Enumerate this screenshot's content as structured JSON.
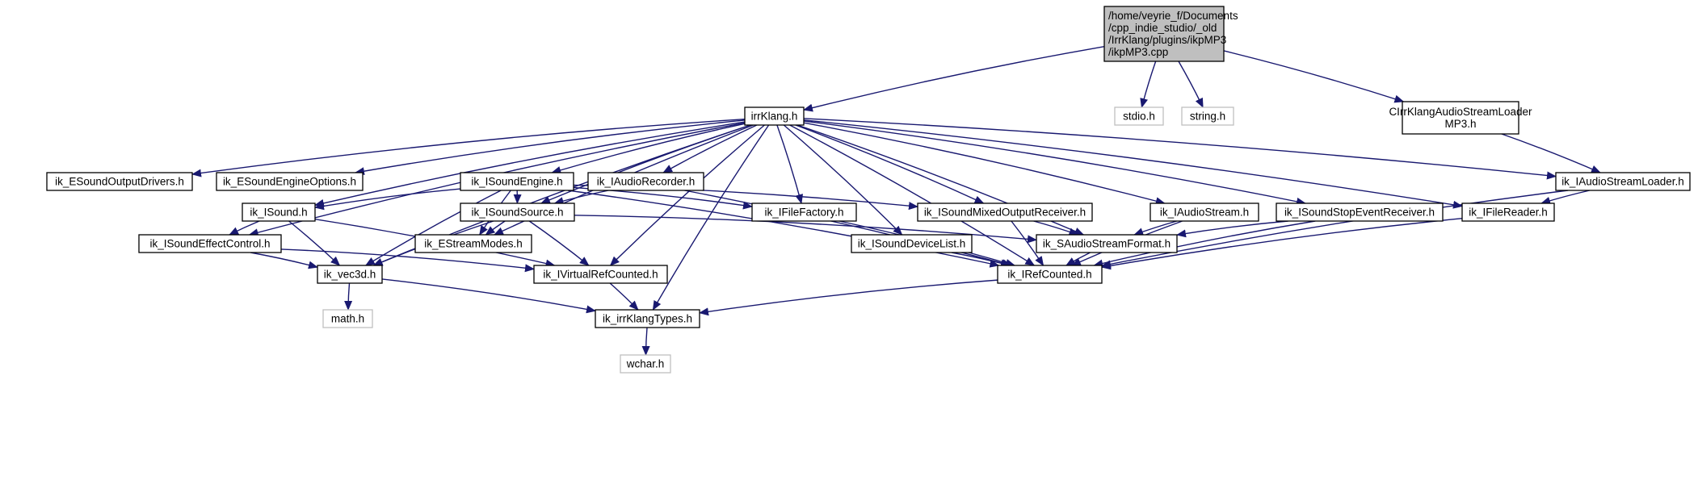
{
  "colors": {
    "edge": "#191970",
    "node_border": "#000000",
    "node_border_external": "#bfbfbf",
    "root_fill": "#bfbfbf",
    "node_fill": "#ffffff",
    "text": "#000000"
  },
  "nodes": [
    {
      "id": "root",
      "lines": [
        "/home/veyrie_f/Documents",
        "/cpp_indie_studio/_old",
        "/IrrKlang/plugins/ikpMP3",
        "/ikpMP3.cpp"
      ],
      "kind": "root"
    },
    {
      "id": "irrKlang",
      "lines": [
        "irrKlang.h"
      ],
      "kind": "normal"
    },
    {
      "id": "stdio",
      "lines": [
        "stdio.h"
      ],
      "kind": "external"
    },
    {
      "id": "string",
      "lines": [
        "string.h"
      ],
      "kind": "external"
    },
    {
      "id": "loaderMP3",
      "lines": [
        "CIrrKlangAudioStreamLoader",
        "MP3.h"
      ],
      "kind": "normal"
    },
    {
      "id": "outputDrivers",
      "lines": [
        "ik_ESoundOutputDrivers.h"
      ],
      "kind": "normal"
    },
    {
      "id": "engineOptions",
      "lines": [
        "ik_ESoundEngineOptions.h"
      ],
      "kind": "normal"
    },
    {
      "id": "soundEngine",
      "lines": [
        "ik_ISoundEngine.h"
      ],
      "kind": "normal"
    },
    {
      "id": "audioRecorder",
      "lines": [
        "ik_IAudioRecorder.h"
      ],
      "kind": "normal"
    },
    {
      "id": "audioStreamLoader",
      "lines": [
        "ik_IAudioStreamLoader.h"
      ],
      "kind": "normal"
    },
    {
      "id": "sound",
      "lines": [
        "ik_ISound.h"
      ],
      "kind": "normal"
    },
    {
      "id": "soundSource",
      "lines": [
        "ik_ISoundSource.h"
      ],
      "kind": "normal"
    },
    {
      "id": "fileFactory",
      "lines": [
        "ik_IFileFactory.h"
      ],
      "kind": "normal"
    },
    {
      "id": "mixedOutput",
      "lines": [
        "ik_ISoundMixedOutputReceiver.h"
      ],
      "kind": "normal"
    },
    {
      "id": "audioStream",
      "lines": [
        "ik_IAudioStream.h"
      ],
      "kind": "normal"
    },
    {
      "id": "stopEvent",
      "lines": [
        "ik_ISoundStopEventReceiver.h"
      ],
      "kind": "normal"
    },
    {
      "id": "fileReader",
      "lines": [
        "ik_IFileReader.h"
      ],
      "kind": "normal"
    },
    {
      "id": "effectControl",
      "lines": [
        "ik_ISoundEffectControl.h"
      ],
      "kind": "normal"
    },
    {
      "id": "streamModes",
      "lines": [
        "ik_EStreamModes.h"
      ],
      "kind": "normal"
    },
    {
      "id": "deviceList",
      "lines": [
        "ik_ISoundDeviceList.h"
      ],
      "kind": "normal"
    },
    {
      "id": "audioStreamFormat",
      "lines": [
        "ik_SAudioStreamFormat.h"
      ],
      "kind": "normal"
    },
    {
      "id": "vec3d",
      "lines": [
        "ik_vec3d.h"
      ],
      "kind": "normal"
    },
    {
      "id": "virtualRef",
      "lines": [
        "ik_IVirtualRefCounted.h"
      ],
      "kind": "normal"
    },
    {
      "id": "refCounted",
      "lines": [
        "ik_IRefCounted.h"
      ],
      "kind": "normal"
    },
    {
      "id": "math",
      "lines": [
        "math.h"
      ],
      "kind": "external"
    },
    {
      "id": "types",
      "lines": [
        "ik_irrKlangTypes.h"
      ],
      "kind": "normal"
    },
    {
      "id": "wchar",
      "lines": [
        "wchar.h"
      ],
      "kind": "external"
    }
  ],
  "edges": [
    [
      "root",
      "irrKlang"
    ],
    [
      "root",
      "stdio"
    ],
    [
      "root",
      "string"
    ],
    [
      "root",
      "loaderMP3"
    ],
    [
      "loaderMP3",
      "audioStreamLoader"
    ],
    [
      "irrKlang",
      "outputDrivers"
    ],
    [
      "irrKlang",
      "engineOptions"
    ],
    [
      "irrKlang",
      "soundEngine"
    ],
    [
      "irrKlang",
      "audioRecorder"
    ],
    [
      "irrKlang",
      "audioStreamLoader"
    ],
    [
      "irrKlang",
      "sound"
    ],
    [
      "irrKlang",
      "soundSource"
    ],
    [
      "irrKlang",
      "fileFactory"
    ],
    [
      "irrKlang",
      "mixedOutput"
    ],
    [
      "irrKlang",
      "audioStream"
    ],
    [
      "irrKlang",
      "stopEvent"
    ],
    [
      "irrKlang",
      "fileReader"
    ],
    [
      "irrKlang",
      "effectControl"
    ],
    [
      "irrKlang",
      "streamModes"
    ],
    [
      "irrKlang",
      "deviceList"
    ],
    [
      "irrKlang",
      "audioStreamFormat"
    ],
    [
      "irrKlang",
      "vec3d"
    ],
    [
      "irrKlang",
      "virtualRef"
    ],
    [
      "irrKlang",
      "refCounted"
    ],
    [
      "irrKlang",
      "types"
    ],
    [
      "soundEngine",
      "sound"
    ],
    [
      "soundEngine",
      "soundSource"
    ],
    [
      "soundEngine",
      "fileFactory"
    ],
    [
      "soundEngine",
      "mixedOutput"
    ],
    [
      "soundEngine",
      "streamModes"
    ],
    [
      "soundEngine",
      "vec3d"
    ],
    [
      "soundEngine",
      "refCounted"
    ],
    [
      "audioRecorder",
      "soundSource"
    ],
    [
      "audioRecorder",
      "refCounted"
    ],
    [
      "audioStreamLoader",
      "fileReader"
    ],
    [
      "audioStreamLoader",
      "refCounted"
    ],
    [
      "sound",
      "effectControl"
    ],
    [
      "sound",
      "vec3d"
    ],
    [
      "sound",
      "virtualRef"
    ],
    [
      "soundSource",
      "streamModes"
    ],
    [
      "soundSource",
      "audioStreamFormat"
    ],
    [
      "soundSource",
      "vec3d"
    ],
    [
      "soundSource",
      "virtualRef"
    ],
    [
      "fileFactory",
      "refCounted"
    ],
    [
      "mixedOutput",
      "audioStreamFormat"
    ],
    [
      "mixedOutput",
      "refCounted"
    ],
    [
      "audioStream",
      "audioStreamFormat"
    ],
    [
      "audioStream",
      "refCounted"
    ],
    [
      "stopEvent",
      "audioStreamFormat"
    ],
    [
      "stopEvent",
      "refCounted"
    ],
    [
      "fileReader",
      "refCounted"
    ],
    [
      "effectControl",
      "vec3d"
    ],
    [
      "effectControl",
      "virtualRef"
    ],
    [
      "deviceList",
      "refCounted"
    ],
    [
      "audioStreamFormat",
      "refCounted"
    ],
    [
      "vec3d",
      "math"
    ],
    [
      "vec3d",
      "types"
    ],
    [
      "virtualRef",
      "types"
    ],
    [
      "refCounted",
      "types"
    ],
    [
      "types",
      "wchar"
    ]
  ]
}
